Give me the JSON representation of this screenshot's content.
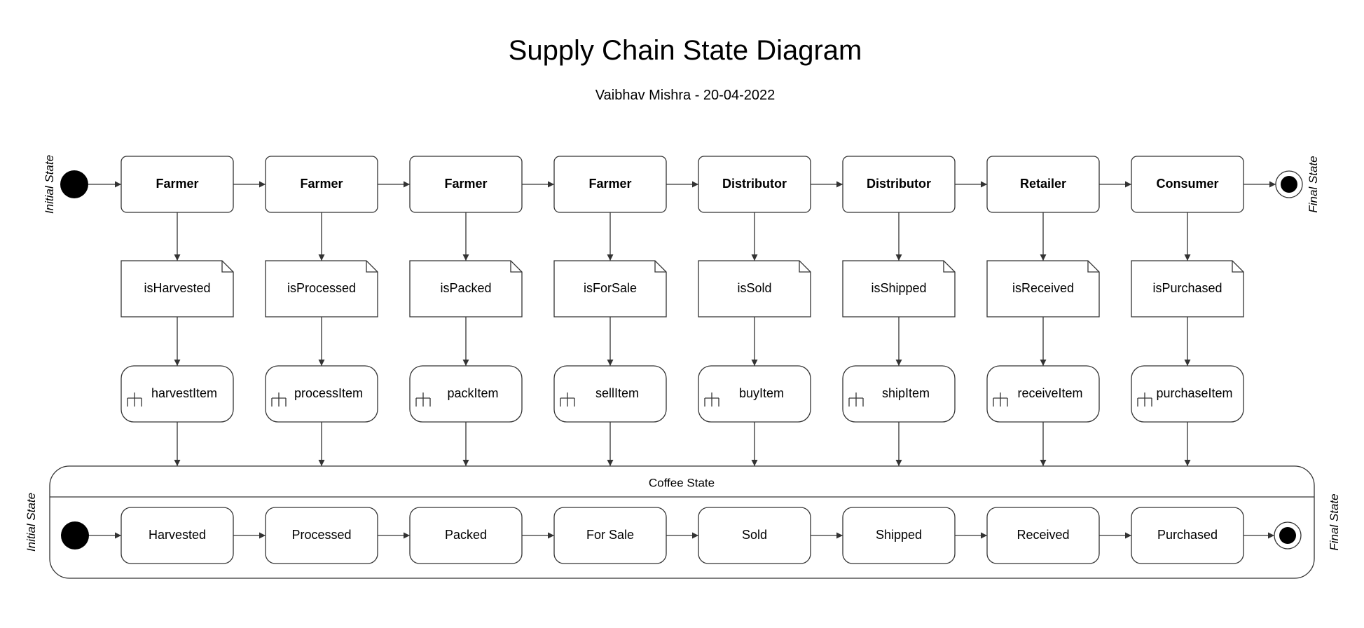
{
  "header": {
    "title": "Supply Chain State Diagram",
    "subtitle": "Vaibhav Mishra - 20-04-2022"
  },
  "labels": {
    "initial_top": "Initial State",
    "final_top": "Final State",
    "initial_bottom": "Initial State",
    "final_bottom": "Final State",
    "composite_title": "Coffee State"
  },
  "stages": [
    {
      "actor": "Farmer",
      "event": "isHarvested",
      "action": "harvestItem",
      "state": "Harvested"
    },
    {
      "actor": "Farmer",
      "event": "isProcessed",
      "action": "processItem",
      "state": "Processed"
    },
    {
      "actor": "Farmer",
      "event": "isPacked",
      "action": "packItem",
      "state": "Packed"
    },
    {
      "actor": "Farmer",
      "event": "isForSale",
      "action": "sellItem",
      "state": "For Sale"
    },
    {
      "actor": "Distributor",
      "event": "isSold",
      "action": "buyItem",
      "state": "Sold"
    },
    {
      "actor": "Distributor",
      "event": "isShipped",
      "action": "shipItem",
      "state": "Shipped"
    },
    {
      "actor": "Retailer",
      "event": "isReceived",
      "action": "receiveItem",
      "state": "Received"
    },
    {
      "actor": "Consumer",
      "event": "isPurchased",
      "action": "purchaseItem",
      "state": "Purchased"
    }
  ]
}
